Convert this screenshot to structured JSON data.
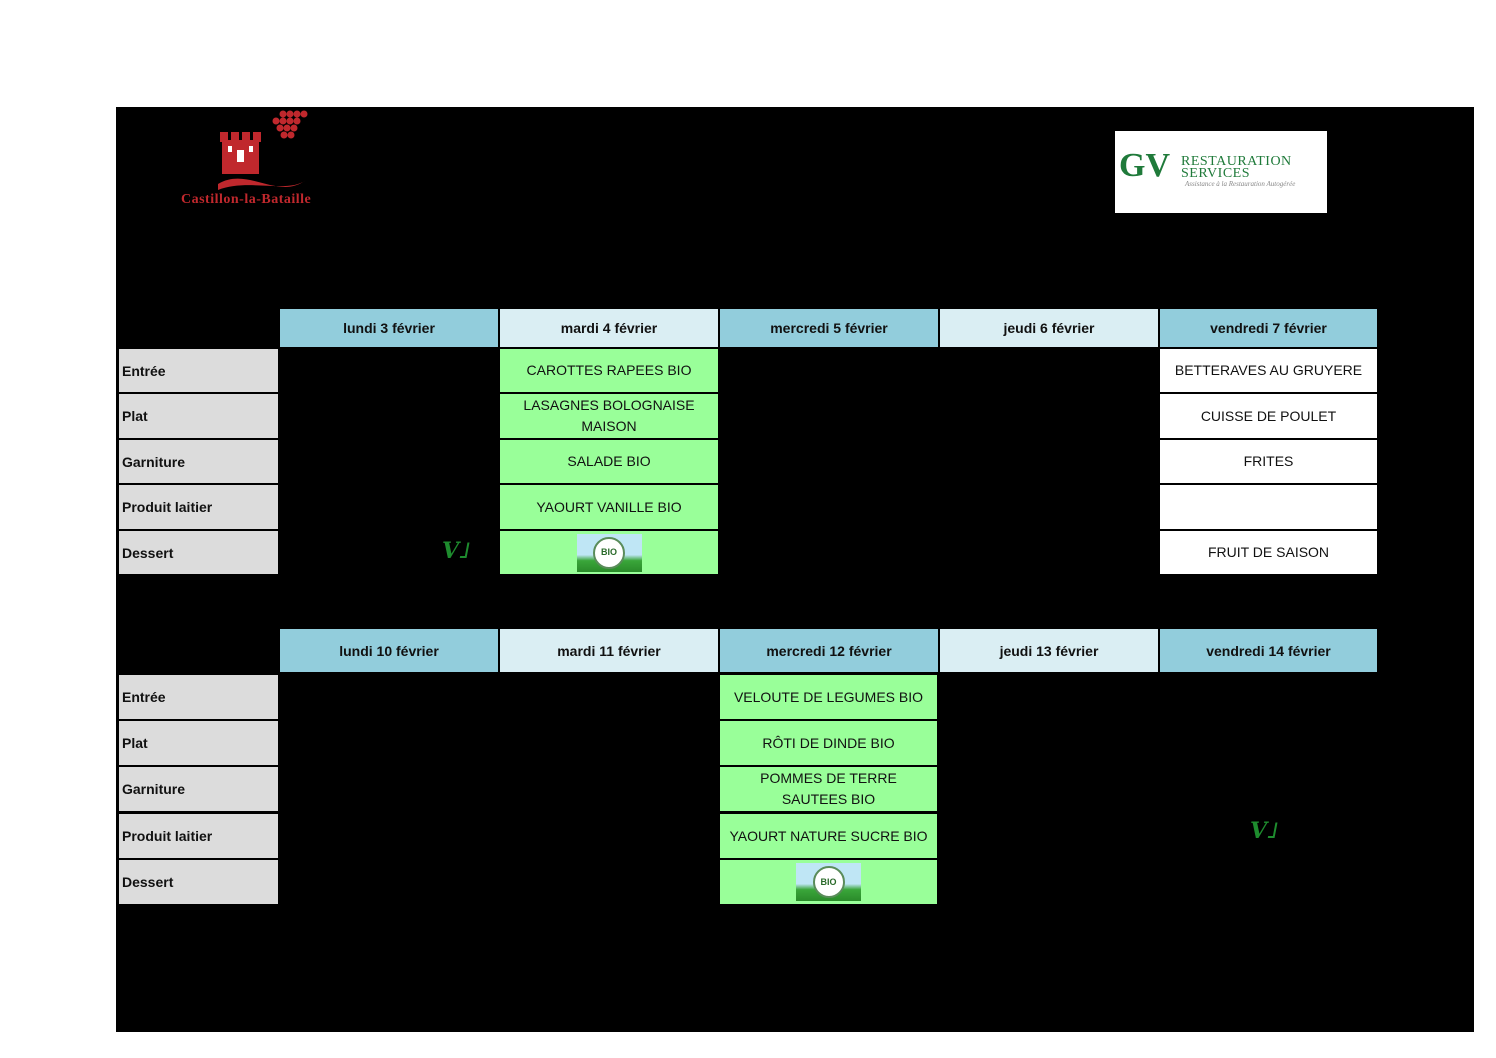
{
  "logos": {
    "left_name": "Castillon-la-Bataille",
    "right_mark": "GV",
    "right_line1": "RESTAURATION",
    "right_line2": "SERVICES",
    "right_tagline": "Assistance à la Restauration Autogérée"
  },
  "row_labels": [
    "Entrée",
    "Plat",
    "Garniture",
    "Produit laitier",
    "Dessert"
  ],
  "week1": {
    "days": [
      "lundi 3 février",
      "mardi 4 février",
      "mercredi 5 février",
      "jeudi 6 février",
      "vendredi 7 février"
    ],
    "tuesday": [
      "CAROTTES RAPEES BIO",
      "LASAGNES BOLOGNAISE MAISON",
      "SALADE BIO",
      "YAOURT VANILLE BIO"
    ],
    "friday": [
      "BETTERAVES AU GRUYERE",
      "CUISSE DE POULET",
      "FRITES",
      "",
      "FRUIT DE SAISON"
    ]
  },
  "week2": {
    "days": [
      "lundi 10 février",
      "mardi 11 février",
      "mercredi 12 février",
      "jeudi 13 février",
      "vendredi 14 février"
    ],
    "wednesday": [
      "VELOUTE DE LEGUMES BIO",
      "RÔTI DE DINDE BIO",
      "POMMES DE TERRE SAUTEES BIO",
      "YAOURT NATURE SUCRE BIO"
    ]
  },
  "badge_text": "BIO",
  "icons": {
    "vegetarian": "veg-leaf-icon",
    "bio_label": "bio-badge-icon",
    "castle": "castle-logo-icon"
  },
  "colors": {
    "header_dark": "#92cddc",
    "header_light": "#daeef3",
    "bio_green": "#99ff99",
    "label_gray": "#dcdcdc",
    "logo_red": "#c0282d"
  }
}
